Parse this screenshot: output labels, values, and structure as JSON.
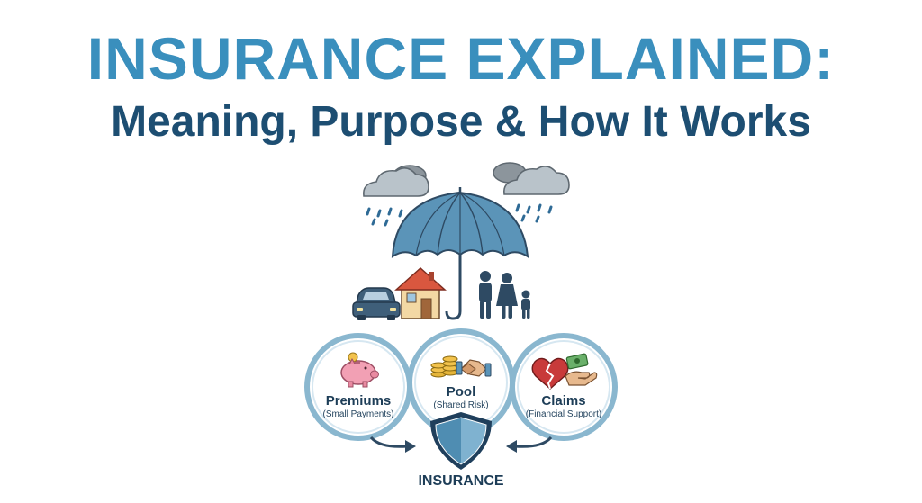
{
  "header": {
    "title": "INSURANCE EXPLAINED:",
    "subtitle": "Meaning, Purpose & How It Works"
  },
  "stages": [
    {
      "name": "Premiums",
      "description": "(Small Payments)"
    },
    {
      "name": "Pool",
      "description": "(Shared Risk)"
    },
    {
      "name": "Claims",
      "description": "(Financial Support)"
    }
  ],
  "center": {
    "label": "INSURANCE"
  },
  "icons": {
    "weather": [
      "rain-cloud-icon",
      "rain-cloud-icon"
    ],
    "protected": [
      "umbrella-icon",
      "car-icon",
      "house-icon",
      "family-icon"
    ],
    "stage_icons": [
      "piggy-bank-icon",
      "coin-stack-icon",
      "handshake-icon",
      "broken-heart-icon",
      "cash-in-hand-icon"
    ],
    "center": "shield-icon"
  },
  "colors": {
    "title": "#3a8fbd",
    "subtitle": "#1d4e72",
    "umbrella": "#5b94b8",
    "circle_border": "#8ab7cf",
    "dark": "#2e4a63"
  }
}
